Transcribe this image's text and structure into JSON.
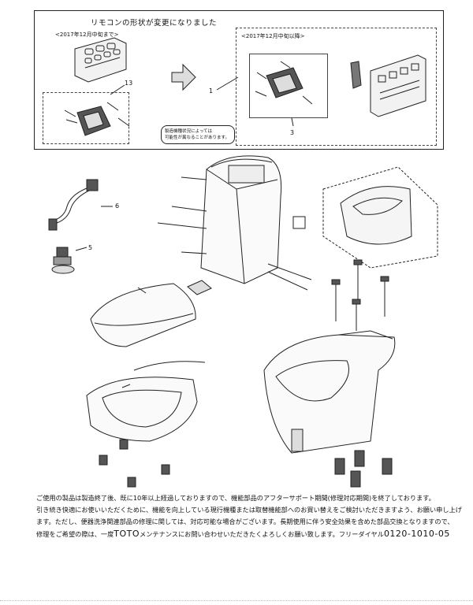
{
  "header": {
    "title": "リモコンの形状が変更になりました",
    "before_label": "<2017年12月中旬まで>",
    "after_label": "<2017年12月中旬以降>",
    "note_lines": [
      "製造機種状況によっては",
      "可能性が異なることがあります。"
    ]
  },
  "callouts": {
    "c13": "13",
    "c1": "1",
    "c3": "3",
    "c6": "6",
    "c5": "5"
  },
  "footer": {
    "line1": "ご使用の製品は製造終了後、既に10年以上経過しておりますので、機能部品のアフターサポート期間(修理対応期間)を終了しております。",
    "line2": "引き続き快適にお使いいただくために、機能を向上している現行機種または取替機能部へのお買い替えをご検討いただきますよう、お願い申し上げ",
    "line3": "ます。ただし、便器洗浄関連部品の修理に関しては、対応可能な場合がございます。長期使用に伴う安全効果を含めた部品交換となりますので、",
    "line4_prefix": "修理をご希望の際は、一度",
    "line4_brand": "TOTO",
    "line4_mid": "メンテナンスにお問い合わせいただきたくよろしくお願い致します。フリーダイヤル",
    "line4_phone": "0120-1010-05"
  }
}
